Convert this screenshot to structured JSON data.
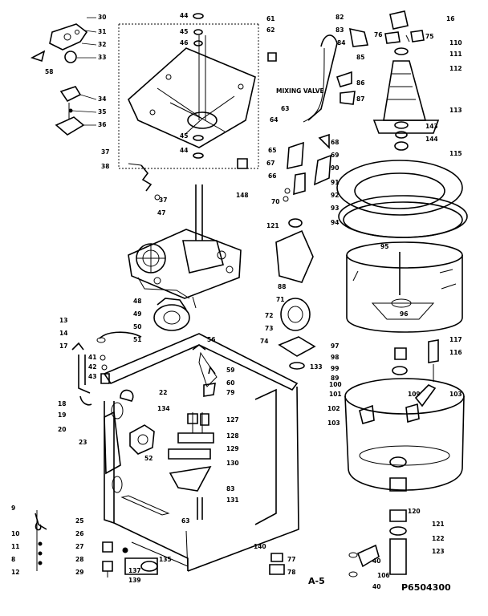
{
  "labels": {
    "l30": "30",
    "l31": "31",
    "l32": "32",
    "l33": "33",
    "l58": "58",
    "l34": "34",
    "l35": "35",
    "l36": "36",
    "l37a": "37",
    "l38": "38",
    "l37b": "37",
    "l44a": "44",
    "l45a": "45",
    "l46a": "46",
    "l45b": "45",
    "l44b": "44",
    "l61": "61",
    "l62": "62",
    "l67": "67",
    "l148": "148",
    "l121": "121",
    "l47": "47",
    "l48": "48",
    "l49": "49",
    "l50": "50",
    "l51": "51",
    "l56": "56",
    "l13": "13",
    "l14": "14",
    "l17": "17",
    "l41": "41",
    "l42": "42",
    "l43": "43",
    "l18": "18",
    "l19": "19",
    "l20": "20",
    "l23": "23",
    "l52": "52",
    "l59": "59",
    "l60": "60",
    "l79": "79",
    "l22": "22",
    "l134": "134",
    "l127": "127",
    "l128": "128",
    "l129": "129",
    "l130": "130",
    "l83": "83",
    "l131": "131",
    "l63": "63",
    "l9": "9",
    "l10": "10",
    "l11": "11",
    "l8": "8",
    "l12": "12",
    "l25": "25",
    "l26": "26",
    "l27": "27",
    "l28": "28",
    "l29": "29",
    "l135": "135",
    "l137": "137",
    "l139": "139",
    "l140": "140",
    "l77": "77",
    "l78": "78",
    "l74": "74",
    "l82a": "82",
    "l83b": "83",
    "l84": "84",
    "l85": "85",
    "l86": "86",
    "l87": "87",
    "mixing_valve": "MIXING VALVE",
    "l63b": "63",
    "l64": "64",
    "l65": "65",
    "l68": "68",
    "l69": "69",
    "l66": "66",
    "l90": "90",
    "l70": "70",
    "l91": "91",
    "l92": "92",
    "l93": "93",
    "l94": "94",
    "l88": "88",
    "l71": "71",
    "l72": "72",
    "l73": "73",
    "l133": "133",
    "l89": "89",
    "l16": "16",
    "l76": "76",
    "l75": "75",
    "l110": "110",
    "l111": "111",
    "l112": "112",
    "l113": "113",
    "l143": "143",
    "l144": "144",
    "l115": "115",
    "l97": "97",
    "l98": "98",
    "l99": "99",
    "l100": "100",
    "l101": "101",
    "l102": "102",
    "l103a": "103",
    "l117": "117",
    "l116": "116",
    "l109": "109",
    "l103b": "103",
    "l95": "95",
    "l96": "96",
    "l120": "120",
    "l121b": "121",
    "l122": "122",
    "l123": "123",
    "l40a": "40",
    "l106": "106",
    "l40b": "40"
  },
  "footer": {
    "page_ref": "A-5",
    "diagram_code": "P6504300"
  }
}
